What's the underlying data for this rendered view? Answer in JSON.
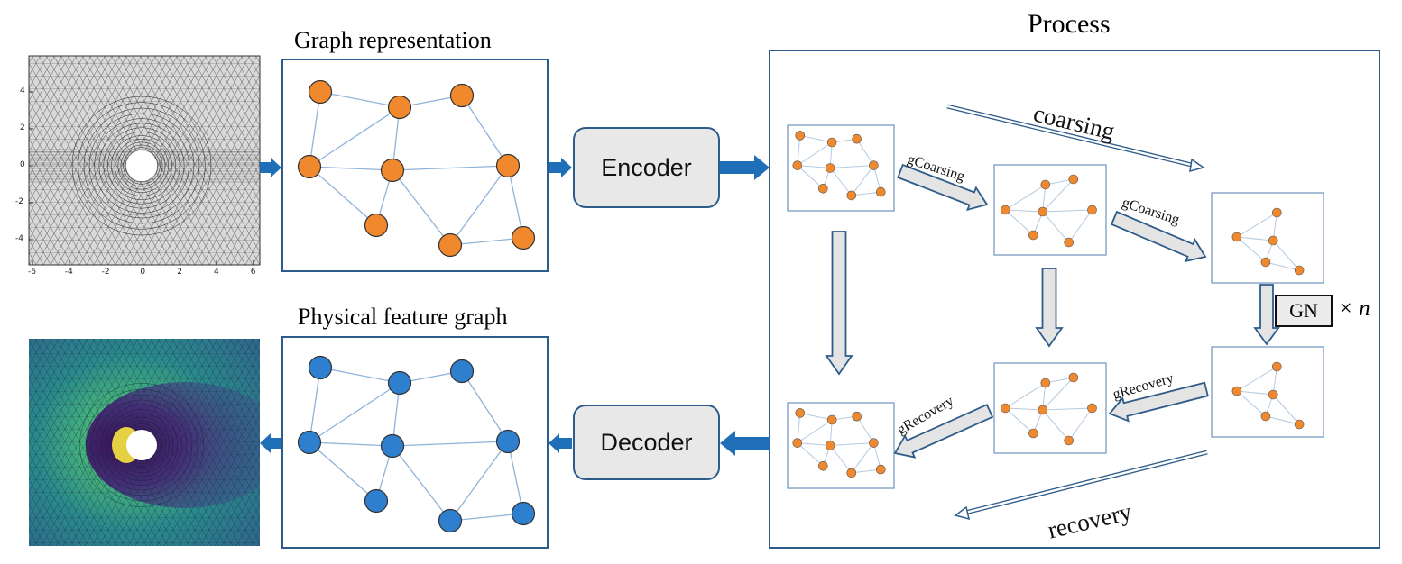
{
  "titles": {
    "graph_representation": "Graph representation",
    "physical_feature_graph": "Physical feature graph",
    "process": "Process"
  },
  "blocks": {
    "encoder": "Encoder",
    "decoder": "Decoder",
    "gn": "GN",
    "times_n": "× n"
  },
  "process_labels": {
    "coarsing": "coarsing",
    "recovery": "recovery",
    "g_coarsing_1": "gCoarsing",
    "g_coarsing_2": "gCoarsing",
    "g_recovery_1": "gRecovery",
    "g_recovery_2": "gRecovery"
  },
  "mesh_axis": {
    "x_ticks": [
      "-6",
      "-4",
      "-2",
      "0",
      "2",
      "4",
      "6"
    ],
    "y_ticks": [
      "4",
      "2",
      "0",
      "-2",
      "-4"
    ]
  },
  "colors": {
    "frame": "#2e5c8a",
    "arrow_blue": "#1f6fb8",
    "node_orange": "#f0882d",
    "node_blue": "#2f7fcf",
    "edge": "#8fb3d9",
    "hollow_arrow_fill": "#e4e4e4",
    "mesh_bg": "#d9d9d9"
  }
}
